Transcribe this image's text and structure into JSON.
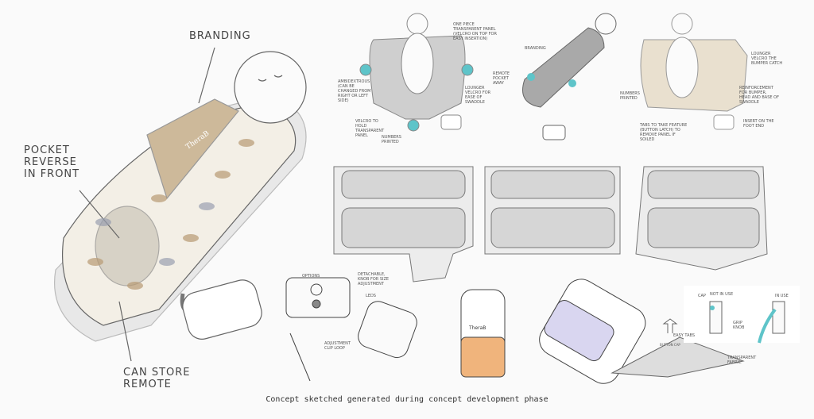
{
  "caption": "Concept sketched generated during concept development phase",
  "main_sketch": {
    "labels": {
      "branding": "BRANDING",
      "pocket": "POCKET\nREVERSE\nIN FRONT",
      "remote": "CAN STORE\nREMOTE"
    },
    "logo_text": "TheraB"
  },
  "top_row": {
    "sketch1_labels": [
      "ONE PIECE TRANSPARENT PANEL (VELCRO ON TOP FOR EASY INSERTION)",
      "AMBIDEXTROUS (CAN BE CHANGED FROM RIGHT OR LEFT SIDE)",
      "LOUNGER VELCRO FOR EASE OF SWADDLE",
      "VELCRO TO HOLD TRANSPARENT PANEL",
      "NUMBERS PRINTED"
    ],
    "sketch2_labels": [
      "BRANDING",
      "REMOTE POCKET AWAY"
    ],
    "sketch3_labels": [
      "LOUNGER VELCRO THE BUMPER CATCH",
      "NUMBERS PRINTED",
      "REINFORCEMENT FOR BUMPER, HEAD AND BASE OF SWADDLE",
      "TABS TO TAKE FEATURE (BUTTON LATCH) TO REMOVE PANEL IF SOILED",
      "INSERT ON THE FOOT END"
    ]
  },
  "bottom_row": {
    "remote_labels": [
      "OPTIONS",
      "DETACHABLE, KNOB FOR SIZE ADJUSTMENT",
      "LEDS",
      "ADJUSTMENT CLIP LOOP"
    ],
    "device_logo_text": "TheraB",
    "tab_labels": {
      "easy_tabs": "EASY TABS",
      "button_cap": "BUTTON CAP",
      "transparent_fabric": "TRANSPARENT FABRIC"
    },
    "outlet_labels": {
      "cap": "CAP",
      "not_in_use": "NOT IN USE",
      "in_use": "IN USE",
      "grip_knob": "GRIP KNOB"
    }
  },
  "colors": {
    "accent_teal": "#5ec4c9",
    "fabric_beige": "#e9e0cf",
    "device_orange": "#f0b47c",
    "device_purple": "#d9d6f0",
    "sketch_gray": "#c9c9c9"
  }
}
